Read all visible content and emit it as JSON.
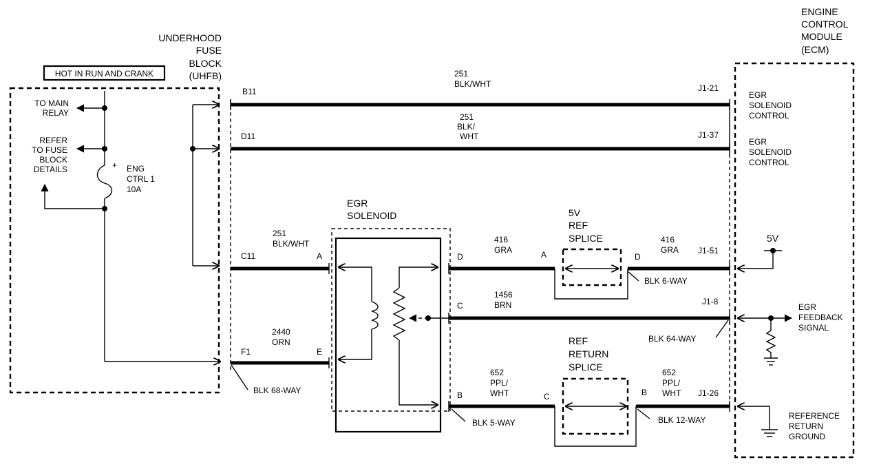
{
  "uhfb": {
    "title_lines": [
      "UNDERHOOD",
      "FUSE",
      "BLOCK",
      "(UHFB)"
    ],
    "hot_label": "HOT IN RUN AND CRANK",
    "to_main_relay": [
      "TO MAIN",
      "RELAY"
    ],
    "refer_fuse": [
      "REFER",
      "TO FUSE",
      "BLOCK",
      "DETAILS"
    ],
    "fuse_label": [
      "ENG",
      "CTRL 1",
      "10A"
    ],
    "fuse_plus": "+"
  },
  "ecm": {
    "title_lines": [
      "ENGINE",
      "CONTROL",
      "MODULE",
      "(ECM)"
    ],
    "egr_control_1": [
      "EGR",
      "SOLENOID",
      "CONTROL"
    ],
    "egr_control_2": [
      "EGR",
      "SOLENOID",
      "CONTROL"
    ],
    "five_v": "5V",
    "feedback": [
      "EGR",
      "FEEDBACK",
      "SIGNAL"
    ],
    "ref_return": [
      "REFERENCE",
      "RETURN",
      "GROUND"
    ]
  },
  "solenoid": {
    "title_lines": [
      "EGR",
      "SOLENOID"
    ]
  },
  "splices": {
    "ref_5v": [
      "5V",
      "REF",
      "SPLICE"
    ],
    "ref_return": [
      "REF",
      "RETURN",
      "SPLICE"
    ]
  },
  "wires": {
    "w1": [
      "251",
      "BLK/WHT"
    ],
    "w2": [
      "251",
      "BLK/",
      "WHT"
    ],
    "w3": [
      "251",
      "BLK/WHT"
    ],
    "w4": [
      "2440",
      "ORN"
    ],
    "w5": [
      "416",
      "GRA"
    ],
    "w6": [
      "416",
      "GRA"
    ],
    "w7": [
      "1456",
      "BRN"
    ],
    "w8": [
      "652",
      "PPL/",
      "WHT"
    ],
    "w9": [
      "652",
      "PPL/",
      "WHT"
    ]
  },
  "pins": {
    "b11": "B11",
    "d11": "D11",
    "c11": "C11",
    "f1": "F1",
    "a_sol": "A",
    "e_sol": "E",
    "d_sol": "D",
    "c_sol": "C",
    "b_sol": "B",
    "a_splice": "A",
    "d_splice": "D",
    "c_splice": "C",
    "b_splice": "B",
    "j1_21": "J1-21",
    "j1_37": "J1-37",
    "j1_51": "J1-51",
    "j1_8": "J1-8",
    "j1_26": "J1-26"
  },
  "connectors": {
    "blk68": "BLK 68-WAY",
    "blk6": "BLK 6-WAY",
    "blk64": "BLK 64-WAY",
    "blk5": "BLK 5-WAY",
    "blk12": "BLK 12-WAY"
  }
}
